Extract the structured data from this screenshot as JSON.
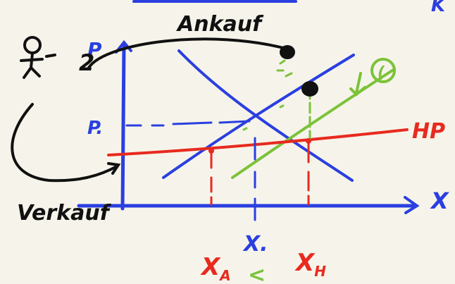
{
  "colors": {
    "background": "#f6f4ea",
    "blue": "#2a3fe0",
    "red": "#e82a1f",
    "green": "#7cc23a",
    "black": "#111111"
  },
  "labels": {
    "ankauf": "Ankauf",
    "verkauf": "Verkauf",
    "p_axis": "P",
    "x_axis": "X",
    "p0": "P.",
    "hp": "HP",
    "x0": "X.",
    "xa": "X",
    "xa_sub": "A",
    "xh": "X",
    "xh_sub": "H",
    "less_than": "<",
    "person_two": "2",
    "down_marker": "↓",
    "circle_marker": "(",
    "corner_mark": "K"
  }
}
